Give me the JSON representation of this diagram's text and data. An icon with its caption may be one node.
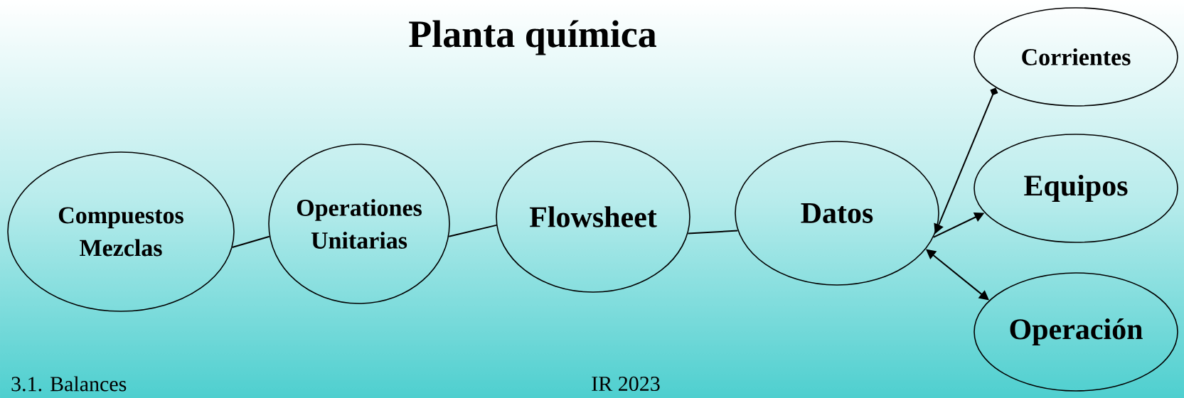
{
  "diagram": {
    "title": "Planta química",
    "nodes": [
      {
        "text": [
          "Compuestos",
          "Mezclas"
        ]
      },
      {
        "text": [
          "Operationes",
          "Unitarias"
        ]
      },
      {
        "text": [
          "Flowsheet"
        ]
      },
      {
        "text": [
          "Datos"
        ]
      },
      {
        "text": [
          "Corrientes"
        ]
      },
      {
        "text": [
          "Equipos"
        ]
      },
      {
        "text": [
          "Operación"
        ]
      }
    ],
    "edges": [
      {
        "from": 0,
        "to": 1,
        "arrow": "none"
      },
      {
        "from": 1,
        "to": 2,
        "arrow": "none"
      },
      {
        "from": 2,
        "to": 3,
        "arrow": "none"
      },
      {
        "from": 4,
        "to": 3,
        "arrow": "to"
      },
      {
        "from": 3,
        "to": 5,
        "arrow": "to"
      },
      {
        "from": 3,
        "to": 6,
        "arrow": "both"
      }
    ],
    "labels": [
      "3.1. Balances",
      "IR 2023"
    ]
  }
}
